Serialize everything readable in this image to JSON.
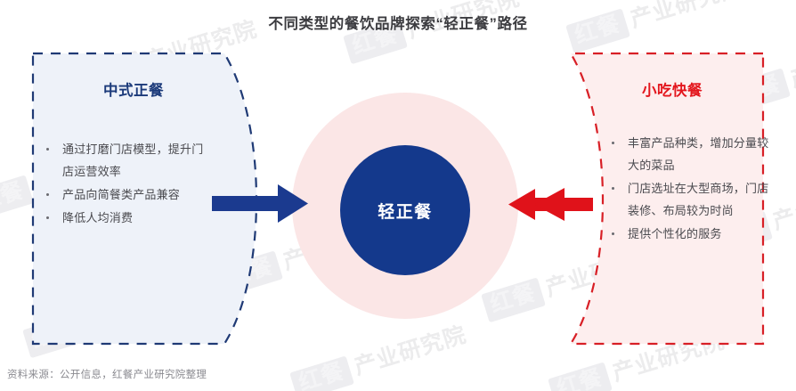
{
  "title": "不同类型的餐饮品牌探索“轻正餐”路径",
  "center": {
    "label": "轻正餐",
    "circle_color": "#14398c",
    "halo_color": "#fbe6e6"
  },
  "left_panel": {
    "heading": "中式正餐",
    "heading_color": "#1b3a7a",
    "border_color": "#1f3a75",
    "fill_color": "#eef2f9",
    "bullets": [
      "通过打磨门店模型，提升门店运营效率",
      "产品向简餐类产品兼容",
      "降低人均消费"
    ]
  },
  "right_panel": {
    "heading": "小吃快餐",
    "heading_color": "#e3161d",
    "border_color": "#d81f26",
    "fill_color": "#fdeeee",
    "bullets": [
      "丰富产品种类，增加分量较大的菜品",
      "门店选址在大型商场，门店装修、布局较为时尚",
      "提供个性化的服务"
    ]
  },
  "arrows": [
    {
      "name": "left-to-center-arrow",
      "direction": "right",
      "color": "#1b3a8f"
    },
    {
      "name": "right-to-center-arrow",
      "direction": "left",
      "color": "#e0121a"
    }
  ],
  "footer": "资料来源：公开信息，红餐产业研究院整理",
  "watermark": {
    "badge": "红餐",
    "text": "产业研究院"
  }
}
